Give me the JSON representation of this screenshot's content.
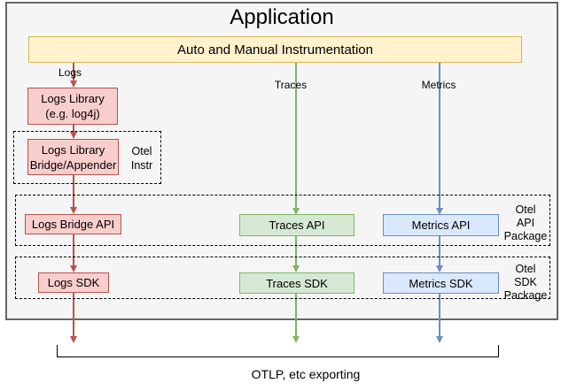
{
  "title": "Application",
  "instrumentation": {
    "label": "Auto and Manual Instrumentation"
  },
  "flows": {
    "logs": {
      "label": "Logs"
    },
    "traces": {
      "label": "Traces"
    },
    "metrics": {
      "label": "Metrics"
    }
  },
  "boxes": {
    "logs_library": {
      "line1": "Logs Library",
      "line2": "(e.g. log4j)"
    },
    "logs_bridge_appender": {
      "line1": "Logs Library",
      "line2": "Bridge/Appender"
    },
    "otel_instr": {
      "line1": "Otel",
      "line2": "Instr"
    },
    "logs_bridge_api": {
      "label": "Logs Bridge API"
    },
    "traces_api": {
      "label": "Traces API"
    },
    "metrics_api": {
      "label": "Metrics API"
    },
    "otel_api_package": {
      "line1": "Otel",
      "line2": "API",
      "line3": "Package"
    },
    "logs_sdk": {
      "label": "Logs SDK"
    },
    "traces_sdk": {
      "label": "Traces SDK"
    },
    "metrics_sdk": {
      "label": "Metrics SDK"
    },
    "otel_sdk_package": {
      "line1": "Otel",
      "line2": "SDK",
      "line3": "Package"
    }
  },
  "footer": {
    "label": "OTLP, etc exporting"
  },
  "colors": {
    "app_fill": "#f5f5f5",
    "app_border": "#666666",
    "yellow_fill": "#fff2cc",
    "yellow_border": "#d6b656",
    "logs_fill": "#f8cecc",
    "logs_border": "#b85450",
    "traces_fill": "#d5e8d4",
    "traces_border": "#82b366",
    "metrics_fill": "#dae8fc",
    "metrics_border": "#6c8ebf",
    "dashed_border": "#000000"
  }
}
